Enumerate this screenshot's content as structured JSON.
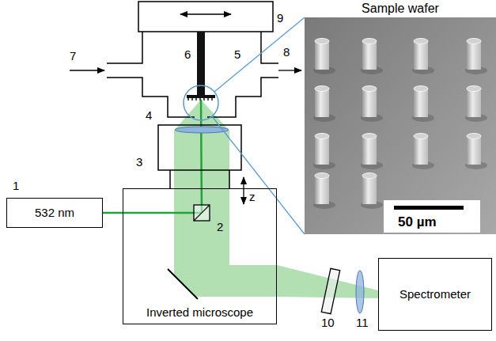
{
  "diagram": {
    "nodes": [
      {
        "text": [
          "Sample wafer",
          "50 µm"
        ]
      },
      {
        "text": [
          "532 nm"
        ]
      },
      {
        "text": [
          "Inverted microscope"
        ]
      },
      {
        "text": [
          "Spectrometer"
        ]
      }
    ],
    "edges": [
      {
        "from": 1,
        "to": 2,
        "arrow": "none"
      },
      {
        "from": 2,
        "to": 3,
        "arrow": "none"
      }
    ],
    "labels": [
      "9",
      "6",
      "5",
      "7",
      "8",
      "4",
      "3",
      "z",
      "1",
      "2",
      "10",
      "11"
    ]
  }
}
